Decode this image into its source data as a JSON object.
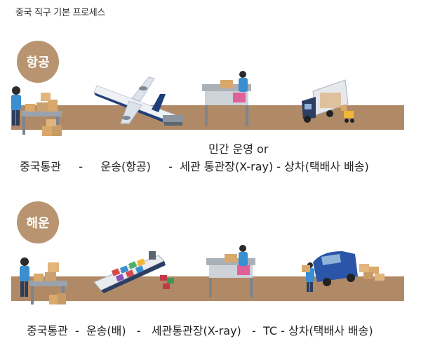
{
  "title": "중국 직구 기본 프로세스",
  "colors": {
    "band": "#b08a66",
    "badge": "#b89470",
    "worker_shirt": "#3a8fd0",
    "truck": "#2c3e63",
    "van": "#2b55a8"
  },
  "air": {
    "badge": "항공",
    "icons": [
      "warehouse-worker-icon",
      "airplane-icon",
      "xray-inspector-icon",
      "delivery-truck-icon"
    ],
    "caption_top": "민간 운영 or",
    "caption": "중국통관     -     운송(항공)     -  세관 통관장(X-ray) - 상차(택배사 배송)"
  },
  "sea": {
    "badge": "해운",
    "icons": [
      "warehouse-worker-icon",
      "cargo-ship-icon",
      "xray-inspector-icon",
      "delivery-van-icon"
    ],
    "caption": "중국통관  -  운송(배)   -   세관통관장(X-ray)   -  TC - 상차(택배사 배송)"
  }
}
